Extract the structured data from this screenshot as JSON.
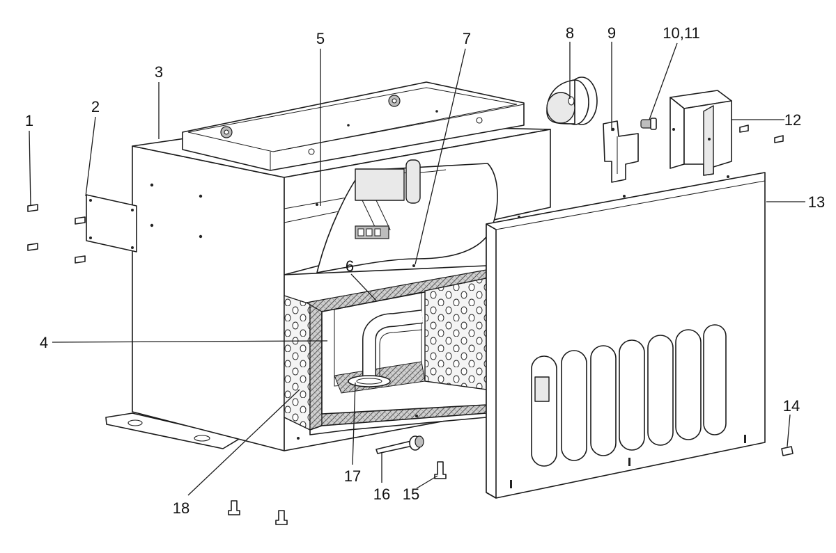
{
  "callouts": [
    {
      "id": "1",
      "text": "1"
    },
    {
      "id": "2",
      "text": "2"
    },
    {
      "id": "3",
      "text": "3"
    },
    {
      "id": "4",
      "text": "4"
    },
    {
      "id": "5",
      "text": "5"
    },
    {
      "id": "6",
      "text": "6"
    },
    {
      "id": "7",
      "text": "7"
    },
    {
      "id": "8",
      "text": "8"
    },
    {
      "id": "9",
      "text": "9"
    },
    {
      "id": "10-11",
      "text": "10,11"
    },
    {
      "id": "12",
      "text": "12"
    },
    {
      "id": "13",
      "text": "13"
    },
    {
      "id": "14",
      "text": "14"
    },
    {
      "id": "15",
      "text": "15"
    },
    {
      "id": "16",
      "text": "16"
    },
    {
      "id": "17",
      "text": "17"
    },
    {
      "id": "18",
      "text": "18"
    }
  ]
}
